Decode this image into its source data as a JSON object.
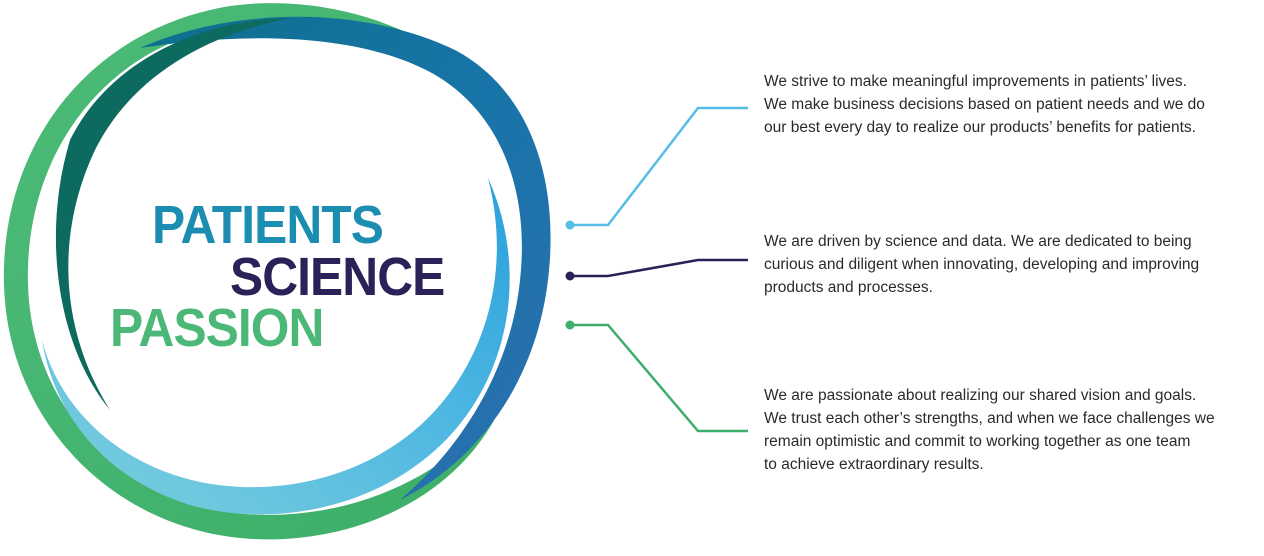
{
  "colors": {
    "patients": "#1a8db0",
    "science": "#2a2158",
    "passion": "#4cb878",
    "connector_patients": "#55bde6",
    "connector_science": "#2a2158",
    "connector_passion": "#3fae6c"
  },
  "words": {
    "patients": "PATIENTS",
    "science": "SCIENCE",
    "passion": "PASSION"
  },
  "values": {
    "patients": {
      "lines": [
        "We strive to make meaningful improvements in patients’ lives.",
        "We make business decisions based on patient needs and we do",
        "our best every day to realize our products’ benefits for patients."
      ]
    },
    "science": {
      "lines": [
        "We are driven by science and data. We are dedicated to being",
        "curious and diligent when innovating, developing and improving",
        "products and processes."
      ]
    },
    "passion": {
      "lines": [
        "We are passionate about realizing our shared vision and goals.",
        "We trust each other’s strengths, and when we face challenges we",
        "remain optimistic and commit to working together as one team",
        "to achieve extraordinary results."
      ]
    }
  }
}
